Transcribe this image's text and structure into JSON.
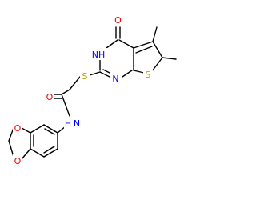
{
  "colors": {
    "bond": "#000000",
    "oxygen": "#ff0000",
    "nitrogen": "#0000ff",
    "sulfur": "#b8a000",
    "carbon_methyl": "#000000"
  },
  "atoms": {
    "oxygen_ketone": "O",
    "nh_ring": "NH",
    "oxygen_amide": "O",
    "nh_amide": "H",
    "n_amide": "N",
    "n_ring": "N",
    "s_thioether": "S",
    "s_thiophene": "S",
    "oxygen_dioxole_top": "O",
    "oxygen_dioxole_bottom": "O"
  },
  "labels": {
    "nh_ring_n": "N",
    "nh_ring_h": "H"
  }
}
